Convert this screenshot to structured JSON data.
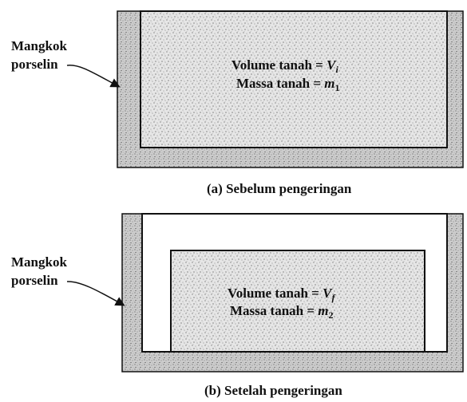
{
  "figure_a": {
    "side_label_line1": "Mangkok",
    "side_label_line2": "porselin",
    "volume_label": "Volume tanah = ",
    "volume_symbol": "V",
    "volume_subscript": "i",
    "mass_label": "Massa tanah = ",
    "mass_symbol": "m",
    "mass_subscript": "1",
    "caption": "(a) Sebelum pengeringan"
  },
  "figure_b": {
    "side_label_line1": "Mangkok",
    "side_label_line2": "porselin",
    "volume_label": "Volume tanah = ",
    "volume_symbol": "V",
    "volume_subscript": "f",
    "mass_label": "Massa tanah = ",
    "mass_symbol": "m",
    "mass_subscript": "2",
    "caption": "(b) Setelah pengeringan"
  },
  "colors": {
    "bowl_fill": "#cfcfcf",
    "soil_fill": "#e4e4e4",
    "outline": "#111111"
  }
}
